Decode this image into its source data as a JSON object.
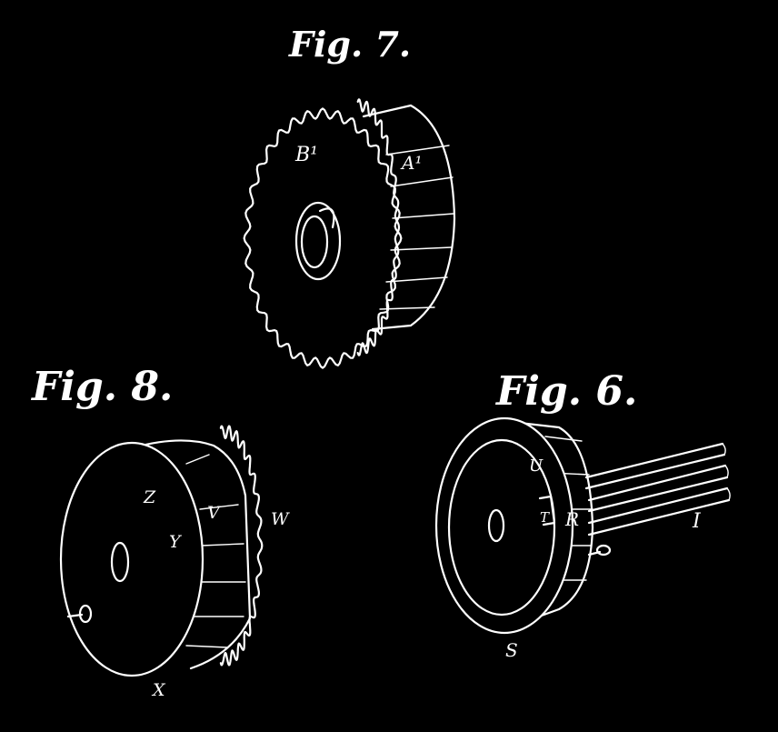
{
  "figures": {
    "fig7": {
      "title": "Fig. 7.",
      "labels": {
        "gear": "B¹",
        "drum": "A¹"
      }
    },
    "fig8": {
      "title": "Fig. 8.",
      "labels": {
        "z": "Z",
        "v": "V",
        "w": "W",
        "y": "Y",
        "x": "X"
      }
    },
    "fig6": {
      "title": "Fig. 6.",
      "labels": {
        "u": "U",
        "t": "T",
        "r": "R",
        "i": "I",
        "s": "S"
      }
    }
  },
  "colors": {
    "background": "#000000",
    "ink": "#ffffff"
  }
}
